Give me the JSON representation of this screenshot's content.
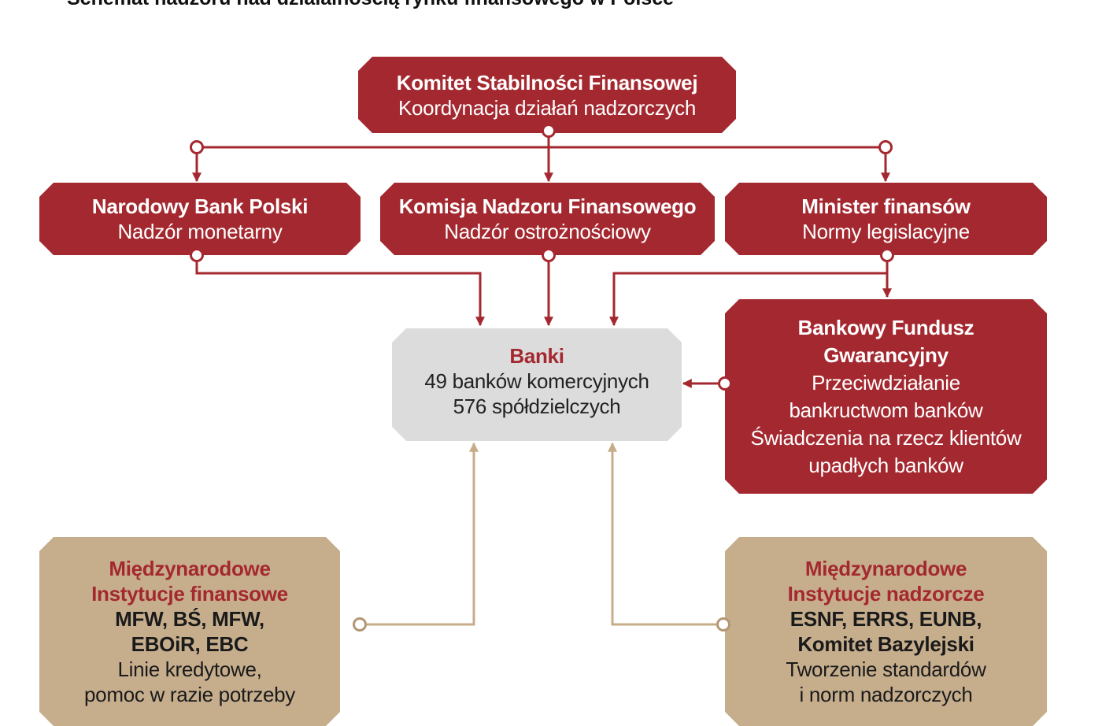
{
  "title": "Schemat nadzoru nad działalnością rynku finansowego w Polsce",
  "colors": {
    "institution_red": "#a4282f",
    "banks_gray": "#dcdcdc",
    "international_tan": "#c6ae8d",
    "tan_connector": "#c7ac8a"
  },
  "nodes": {
    "ksf": {
      "name": "Komitet Stabilności Finansowej",
      "role": "Koordynacja działań nadzorczych"
    },
    "nbp": {
      "name": "Narodowy Bank Polski",
      "role": "Nadzór monetarny"
    },
    "knf": {
      "name": "Komisja Nadzoru Finansowego",
      "role": "Nadzór ostrożnościowy"
    },
    "mf": {
      "name": "Minister finansów",
      "role": "Normy legislacyjne"
    },
    "bfg": {
      "name_lines": [
        "Bankowy Fundusz",
        "Gwarancyjny"
      ],
      "role_lines": [
        "Przeciwdziałanie",
        "bankructwom banków",
        "Świadczenia na rzecz klientów",
        "upadłych banków"
      ]
    },
    "banks": {
      "name": "Banki",
      "lines": [
        "49 banków komercyjnych",
        "576 spółdzielczych"
      ]
    },
    "intl_financial": {
      "title_lines": [
        "Międzynarodowe",
        "Instytucje finansowe"
      ],
      "members_lines": [
        "MFW, BŚ, MFW,",
        "EBOiR, EBC"
      ],
      "role_lines": [
        "Linie kredytowe,",
        "pomoc w razie potrzeby"
      ]
    },
    "intl_supervisory": {
      "title_lines": [
        "Międzynarodowe",
        "Instytucje nadzorcze"
      ],
      "members_lines": [
        "ESNF, ERRS, EUNB,",
        "Komitet Bazylejski"
      ],
      "role_lines": [
        "Tworzenie standardów",
        "i norm nadzorczych"
      ]
    }
  }
}
